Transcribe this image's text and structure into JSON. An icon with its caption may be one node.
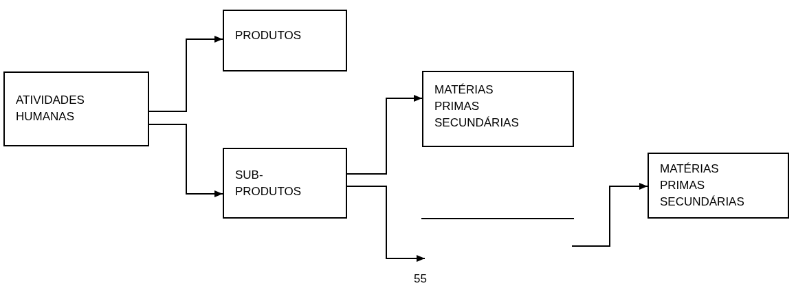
{
  "diagram": {
    "nodes": [
      {
        "text": [
          "ATIVIDADES HUMANAS"
        ]
      },
      {
        "text": [
          "PRODUTOS"
        ]
      },
      {
        "text": [
          "SUB- PRODUTOS"
        ]
      },
      {
        "text": [
          "MATÉRIAS PRIMAS SECUNDÁRIAS"
        ]
      },
      {
        "text": [
          "MATÉRIAS PRIMAS SECUNDÁRIAS"
        ]
      }
    ],
    "edges": [
      {
        "from": 0,
        "to": 1,
        "arrow": "to"
      },
      {
        "from": 0,
        "to": 2,
        "arrow": "to"
      },
      {
        "from": 2,
        "to": 3,
        "arrow": "to"
      },
      {
        "from": 2,
        "to": null,
        "arrow": "to"
      },
      {
        "from": null,
        "to": 4,
        "arrow": "to"
      }
    ],
    "labels": [
      "55"
    ]
  }
}
